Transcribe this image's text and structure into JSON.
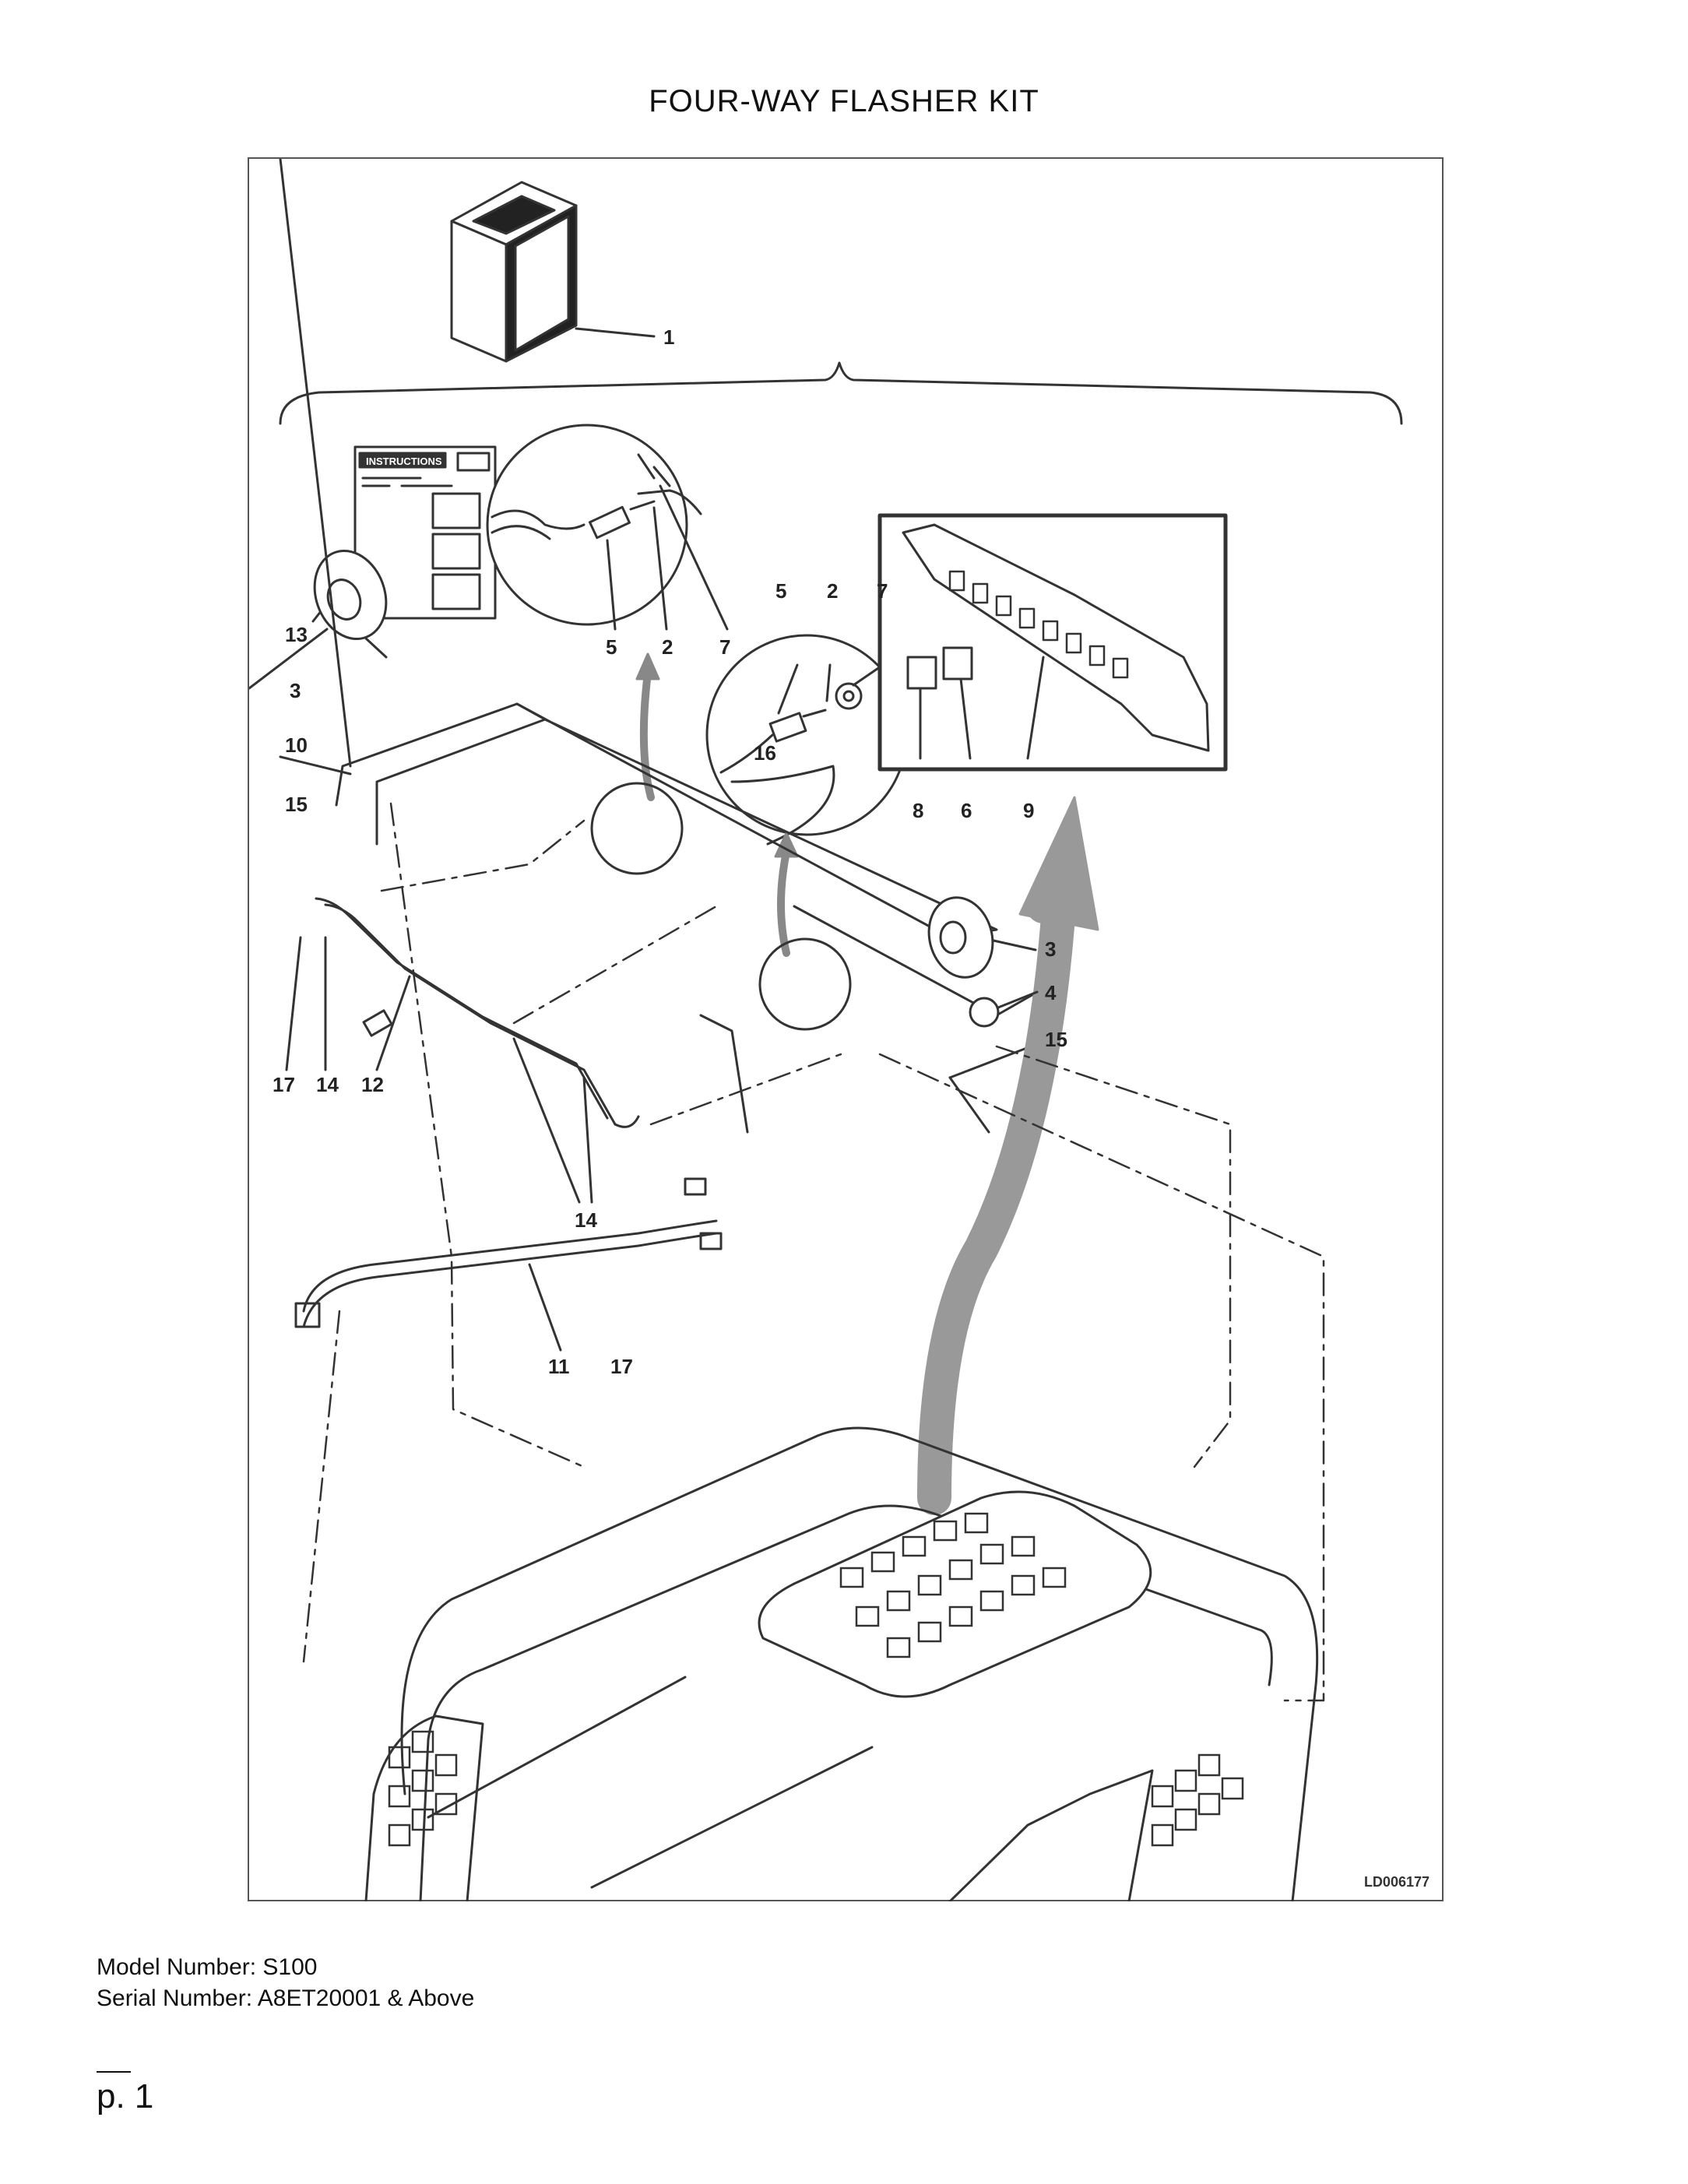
{
  "document": {
    "title": "FOUR-WAY FLASHER KIT",
    "drawing_id": "LD006177",
    "model_line": "Model Number: S100",
    "serial_line": "Serial Number: A8ET20001 & Above",
    "page_label": "p. 1"
  },
  "figure": {
    "instructions_label": "INSTRUCTIONS",
    "callouts": {
      "c1": "1",
      "c13": "13",
      "c3a": "3",
      "c10": "10",
      "c15a": "15",
      "c5a": "5",
      "c2a": "2",
      "c7a": "7",
      "c5b": "5",
      "c2b": "2",
      "c7b": "7",
      "c16": "16",
      "c8": "8",
      "c6": "6",
      "c9": "9",
      "c3b": "3",
      "c4": "4",
      "c15b": "15",
      "c17a": "17",
      "c14a": "14",
      "c12": "12",
      "c14b": "14",
      "c11": "11",
      "c17b": "17"
    }
  }
}
